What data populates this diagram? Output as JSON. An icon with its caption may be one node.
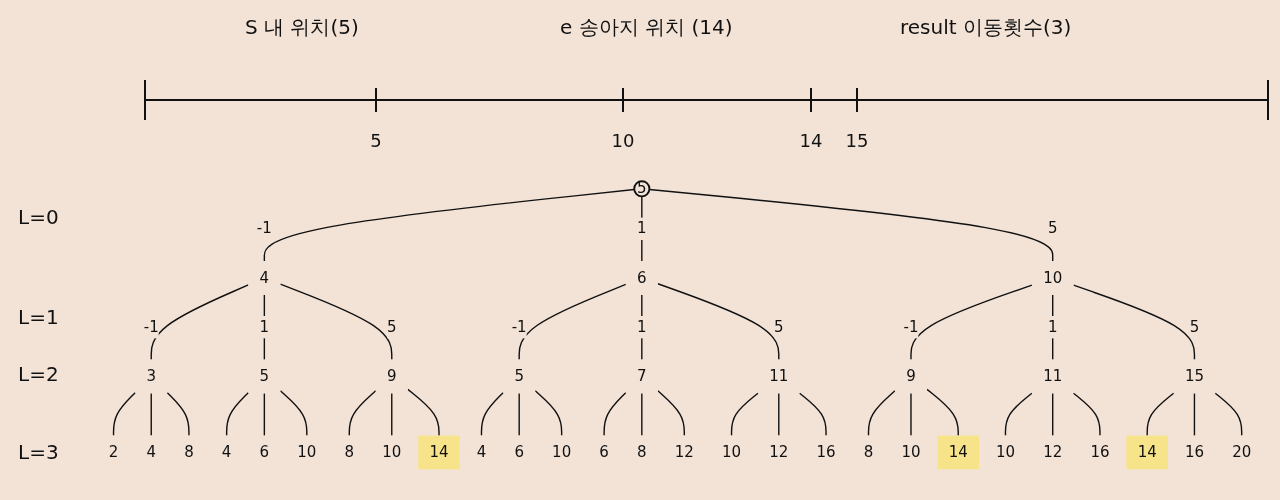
{
  "diagram": {
    "nodes": [
      {
        "text": [
          "5"
        ]
      },
      {
        "text": [
          "4"
        ]
      },
      {
        "text": [
          "6"
        ]
      },
      {
        "text": [
          "10"
        ]
      },
      {
        "text": [
          "3"
        ]
      },
      {
        "text": [
          "5"
        ]
      },
      {
        "text": [
          "9"
        ]
      },
      {
        "text": [
          "5"
        ]
      },
      {
        "text": [
          "7"
        ]
      },
      {
        "text": [
          "11"
        ]
      },
      {
        "text": [
          "9"
        ]
      },
      {
        "text": [
          "11"
        ]
      },
      {
        "text": [
          "15"
        ]
      },
      {
        "text": [
          "2"
        ]
      },
      {
        "text": [
          "4"
        ]
      },
      {
        "text": [
          "8"
        ]
      },
      {
        "text": [
          "4"
        ]
      },
      {
        "text": [
          "6"
        ]
      },
      {
        "text": [
          "10"
        ]
      },
      {
        "text": [
          "8"
        ]
      },
      {
        "text": [
          "10"
        ]
      },
      {
        "text": [
          "14"
        ]
      },
      {
        "text": [
          "4"
        ]
      },
      {
        "text": [
          "6"
        ]
      },
      {
        "text": [
          "10"
        ]
      },
      {
        "text": [
          "6"
        ]
      },
      {
        "text": [
          "8"
        ]
      },
      {
        "text": [
          "12"
        ]
      },
      {
        "text": [
          "10"
        ]
      },
      {
        "text": [
          "12"
        ]
      },
      {
        "text": [
          "16"
        ]
      },
      {
        "text": [
          "8"
        ]
      },
      {
        "text": [
          "10"
        ]
      },
      {
        "text": [
          "14"
        ]
      },
      {
        "text": [
          "10"
        ]
      },
      {
        "text": [
          "12"
        ]
      },
      {
        "text": [
          "16"
        ]
      },
      {
        "text": [
          "14"
        ]
      },
      {
        "text": [
          "16"
        ]
      },
      {
        "text": [
          "20"
        ]
      }
    ],
    "edges": [
      {
        "from": 0,
        "to": 1,
        "arrow": "none",
        "label": "-1"
      },
      {
        "from": 0,
        "to": 2,
        "arrow": "none",
        "label": "1"
      },
      {
        "from": 0,
        "to": 3,
        "arrow": "none",
        "label": "5"
      },
      {
        "from": 1,
        "to": 4,
        "arrow": "none",
        "label": "-1"
      },
      {
        "from": 1,
        "to": 5,
        "arrow": "none",
        "label": "1"
      },
      {
        "from": 1,
        "to": 6,
        "arrow": "none",
        "label": "5"
      },
      {
        "from": 2,
        "to": 7,
        "arrow": "none",
        "label": "-1"
      },
      {
        "from": 2,
        "to": 8,
        "arrow": "none",
        "label": "1"
      },
      {
        "from": 2,
        "to": 9,
        "arrow": "none",
        "label": "5"
      },
      {
        "from": 3,
        "to": 10,
        "arrow": "none",
        "label": "-1"
      },
      {
        "from": 3,
        "to": 11,
        "arrow": "none",
        "label": "1"
      },
      {
        "from": 3,
        "to": 12,
        "arrow": "none",
        "label": "5"
      },
      {
        "from": 4,
        "to": 13,
        "arrow": "none"
      },
      {
        "from": 4,
        "to": 14,
        "arrow": "none"
      },
      {
        "from": 4,
        "to": 15,
        "arrow": "none"
      },
      {
        "from": 5,
        "to": 16,
        "arrow": "none"
      },
      {
        "from": 5,
        "to": 17,
        "arrow": "none"
      },
      {
        "from": 5,
        "to": 18,
        "arrow": "none"
      },
      {
        "from": 6,
        "to": 19,
        "arrow": "none"
      },
      {
        "from": 6,
        "to": 20,
        "arrow": "none"
      },
      {
        "from": 6,
        "to": 21,
        "arrow": "none"
      },
      {
        "from": 7,
        "to": 22,
        "arrow": "none"
      },
      {
        "from": 7,
        "to": 23,
        "arrow": "none"
      },
      {
        "from": 7,
        "to": 24,
        "arrow": "none"
      },
      {
        "from": 8,
        "to": 25,
        "arrow": "none"
      },
      {
        "from": 8,
        "to": 26,
        "arrow": "none"
      },
      {
        "from": 8,
        "to": 27,
        "arrow": "none"
      },
      {
        "from": 9,
        "to": 28,
        "arrow": "none"
      },
      {
        "from": 9,
        "to": 29,
        "arrow": "none"
      },
      {
        "from": 9,
        "to": 30,
        "arrow": "none"
      },
      {
        "from": 10,
        "to": 31,
        "arrow": "none"
      },
      {
        "from": 10,
        "to": 32,
        "arrow": "none"
      },
      {
        "from": 10,
        "to": 33,
        "arrow": "none"
      },
      {
        "from": 11,
        "to": 34,
        "arrow": "none"
      },
      {
        "from": 11,
        "to": 35,
        "arrow": "none"
      },
      {
        "from": 11,
        "to": 36,
        "arrow": "none"
      },
      {
        "from": 12,
        "to": 37,
        "arrow": "none"
      },
      {
        "from": 12,
        "to": 38,
        "arrow": "none"
      },
      {
        "from": 12,
        "to": 39,
        "arrow": "none"
      }
    ],
    "labels": [
      "S 내 위치(5)",
      "e 송아지 위치 (14)",
      "result 이동횟수(3)",
      "5",
      "10",
      "14",
      "15",
      "L=0",
      "L=1",
      "L=2",
      "L=3"
    ]
  }
}
